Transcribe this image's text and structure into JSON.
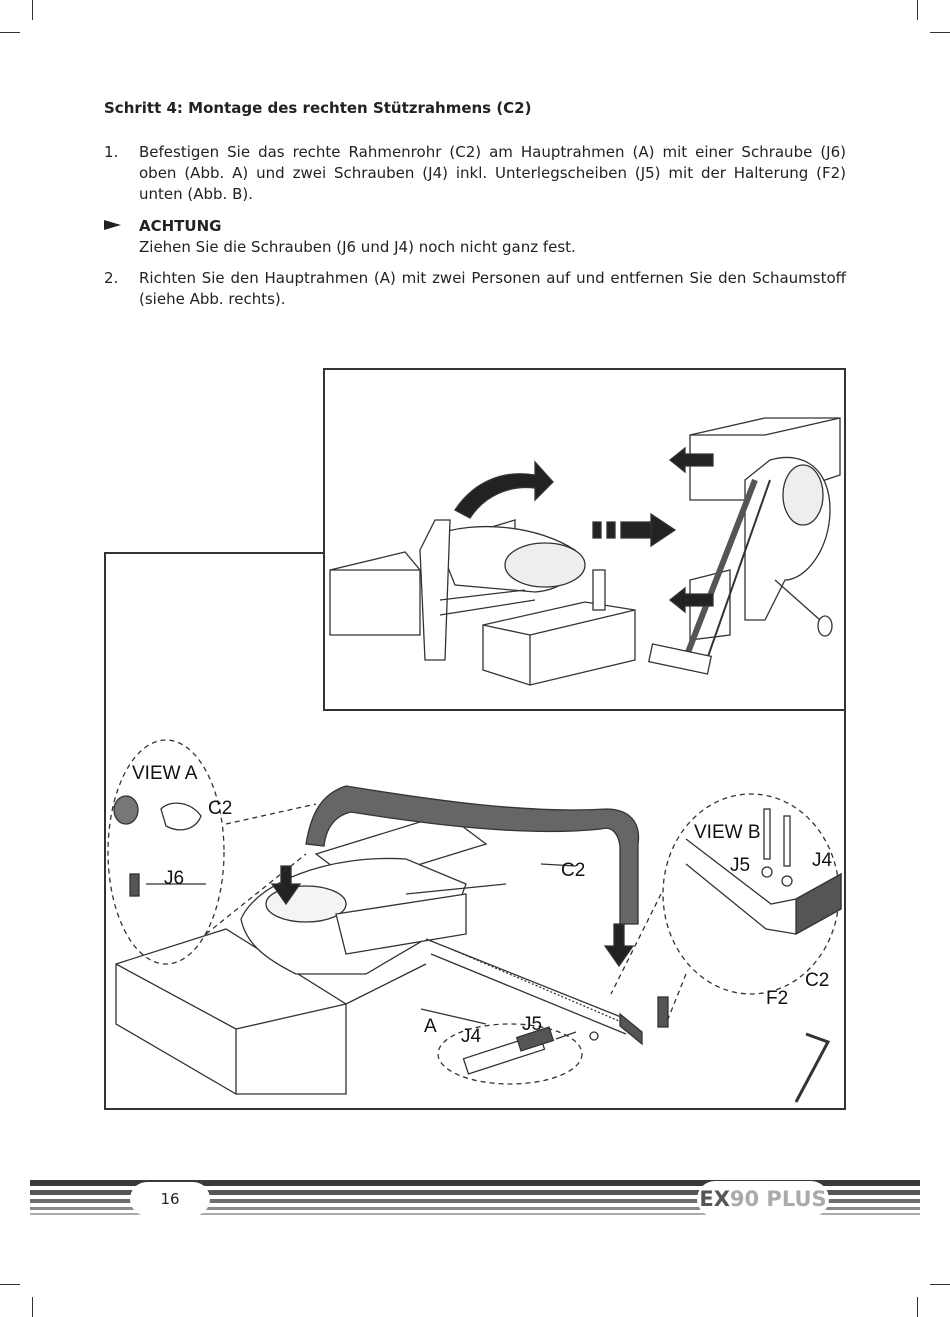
{
  "heading": {
    "step_label": "Schritt 4:",
    "title": "Montage des rechten Stützrahmens (C2)"
  },
  "steps": [
    {
      "number": "1.",
      "text": "Befestigen Sie das rechte Rahmenrohr (C2) am Hauptrahmen (A) mit einer Schraube (J6) oben (Abb. A) und zwei Schrauben (J4) inkl. Unterlegscheiben (J5) mit der Halterung (F2) unten (Abb. B)."
    },
    {
      "number": "2.",
      "text": "Richten Sie den Hauptrahmen (A) mit zwei Personen auf und entfernen Sie den Schaumstoff (siehe Abb. rechts)."
    }
  ],
  "note": {
    "title": "ACHTUNG",
    "text": "Ziehen Sie die Schrauben (J6 und J4) noch nicht ganz fest."
  },
  "figure_labels": {
    "view_a": "VIEW A",
    "view_b": "VIEW B",
    "c2_view_a": "C2",
    "j6": "J6",
    "c2_main": "C2",
    "a": "A",
    "j4_main": "J4",
    "j5_main": "J5",
    "j5_view_b": "J5",
    "j4_view_b": "J4",
    "c2_view_b": "C2",
    "f2": "F2"
  },
  "footer": {
    "page_number": "16",
    "brand_part1": "EX",
    "brand_part2": "90 PLUS"
  }
}
